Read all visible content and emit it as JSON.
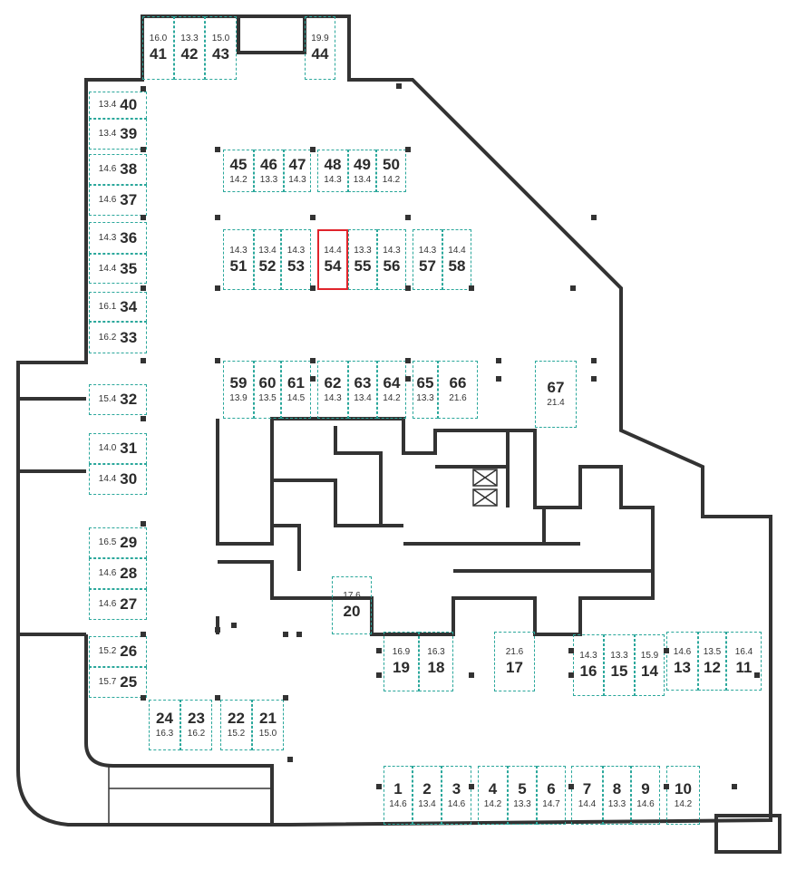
{
  "plan": {
    "title": "Parking floor plan",
    "selected_spot": "54",
    "colors": {
      "spot_border": "#2aa79b",
      "selected": "#e0242b",
      "wall": "#333333"
    },
    "spots": [
      {
        "num": "1",
        "area": "14.6"
      },
      {
        "num": "2",
        "area": "13.4"
      },
      {
        "num": "3",
        "area": "14.6"
      },
      {
        "num": "4",
        "area": "14.2"
      },
      {
        "num": "5",
        "area": "13.3"
      },
      {
        "num": "6",
        "area": "14.7"
      },
      {
        "num": "7",
        "area": "14.4"
      },
      {
        "num": "8",
        "area": "13.3"
      },
      {
        "num": "9",
        "area": "14.6"
      },
      {
        "num": "10",
        "area": "14.2"
      },
      {
        "num": "11",
        "area": "16.4"
      },
      {
        "num": "12",
        "area": "13.5"
      },
      {
        "num": "13",
        "area": "14.6"
      },
      {
        "num": "14",
        "area": "15.9"
      },
      {
        "num": "15",
        "area": "13.3"
      },
      {
        "num": "16",
        "area": "14.3"
      },
      {
        "num": "17",
        "area": "21.6"
      },
      {
        "num": "18",
        "area": "16.3"
      },
      {
        "num": "19",
        "area": "16.9"
      },
      {
        "num": "20",
        "area": "17.6"
      },
      {
        "num": "21",
        "area": "15.0"
      },
      {
        "num": "22",
        "area": "15.2"
      },
      {
        "num": "23",
        "area": "16.2"
      },
      {
        "num": "24",
        "area": "16.3"
      },
      {
        "num": "25",
        "area": "15.7"
      },
      {
        "num": "26",
        "area": "15.2"
      },
      {
        "num": "27",
        "area": "14.6"
      },
      {
        "num": "28",
        "area": "14.6"
      },
      {
        "num": "29",
        "area": "16.5"
      },
      {
        "num": "30",
        "area": "14.4"
      },
      {
        "num": "31",
        "area": "14.0"
      },
      {
        "num": "32",
        "area": "15.4"
      },
      {
        "num": "33",
        "area": "16.2"
      },
      {
        "num": "34",
        "area": "16.1"
      },
      {
        "num": "35",
        "area": "14.4"
      },
      {
        "num": "36",
        "area": "14.3"
      },
      {
        "num": "37",
        "area": "14.6"
      },
      {
        "num": "38",
        "area": "14.6"
      },
      {
        "num": "39",
        "area": "13.4"
      },
      {
        "num": "40",
        "area": "13.4"
      },
      {
        "num": "41",
        "area": "16.0"
      },
      {
        "num": "42",
        "area": "13.3"
      },
      {
        "num": "43",
        "area": "15.0"
      },
      {
        "num": "44",
        "area": "19.9"
      },
      {
        "num": "45",
        "area": "14.2"
      },
      {
        "num": "46",
        "area": "13.3"
      },
      {
        "num": "47",
        "area": "14.3"
      },
      {
        "num": "48",
        "area": "14.3"
      },
      {
        "num": "49",
        "area": "13.4"
      },
      {
        "num": "50",
        "area": "14.2"
      },
      {
        "num": "51",
        "area": "14.3"
      },
      {
        "num": "52",
        "area": "13.4"
      },
      {
        "num": "53",
        "area": "14.3"
      },
      {
        "num": "54",
        "area": "14.4"
      },
      {
        "num": "55",
        "area": "13.3"
      },
      {
        "num": "56",
        "area": "14.3"
      },
      {
        "num": "57",
        "area": "14.3"
      },
      {
        "num": "58",
        "area": "14.4"
      },
      {
        "num": "59",
        "area": "13.9"
      },
      {
        "num": "60",
        "area": "13.5"
      },
      {
        "num": "61",
        "area": "14.5"
      },
      {
        "num": "62",
        "area": "14.3"
      },
      {
        "num": "63",
        "area": "13.4"
      },
      {
        "num": "64",
        "area": "14.2"
      },
      {
        "num": "65",
        "area": "13.3"
      },
      {
        "num": "66",
        "area": "21.6"
      },
      {
        "num": "67",
        "area": "21.4"
      }
    ]
  }
}
